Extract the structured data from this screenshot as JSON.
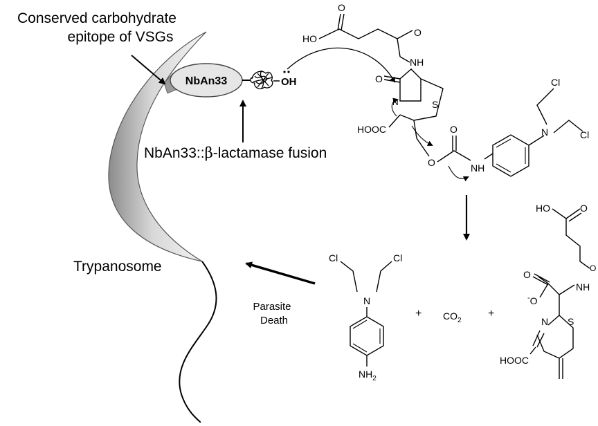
{
  "labels": {
    "epitope_line1": "Conserved carbohydrate",
    "epitope_line2": "epitope of VSGs",
    "nanobody": "NbAn33",
    "hydroxyl": "OH",
    "fusion_pre": "NbAn33::",
    "fusion_beta": "β",
    "fusion_post": "-lactamase fusion",
    "trypanosome": "Trypanosome",
    "death_line1": "Parasite",
    "death_line2": "Death",
    "plus": "+",
    "co2_main": "CO",
    "co2_sub": "2"
  },
  "prodrug": {
    "atoms": {
      "ho": "HO",
      "o_acid": "O",
      "o_amide": "O",
      "nh_amide": "NH",
      "o_lactam": "O",
      "n_ring": "N",
      "s_ring": "S",
      "cooh": "HOOC",
      "o_carb_top": "O",
      "o_ester": "O",
      "nh_carb": "NH",
      "n_mustard": "N",
      "cl_top": "Cl",
      "cl_right": "Cl"
    }
  },
  "products": {
    "mustard": {
      "cl_left": "Cl",
      "cl_right": "Cl",
      "n": "N",
      "nh2_main": "NH",
      "nh2_sub": "2"
    },
    "cephem": {
      "ho": "HO",
      "o_acid": "O",
      "o_amide": "O",
      "nh": "NH",
      "o_neg": "O",
      "o_neg_charge": "-",
      "o_carbonyl": "O",
      "n_ring": "N",
      "s_ring": "S",
      "cooh": "HOOC"
    }
  },
  "colors": {
    "ink": "#000000",
    "trypanosome_fill_light": "#f2f2f2",
    "trypanosome_fill_dark": "#8c8c8c",
    "nanobody_fill": "#e6e6e6",
    "nanobody_stroke": "#444444",
    "epitope_fill": "#9a9a9a"
  },
  "icons": {
    "enzyme": "beta-lactamase-blob-icon"
  }
}
